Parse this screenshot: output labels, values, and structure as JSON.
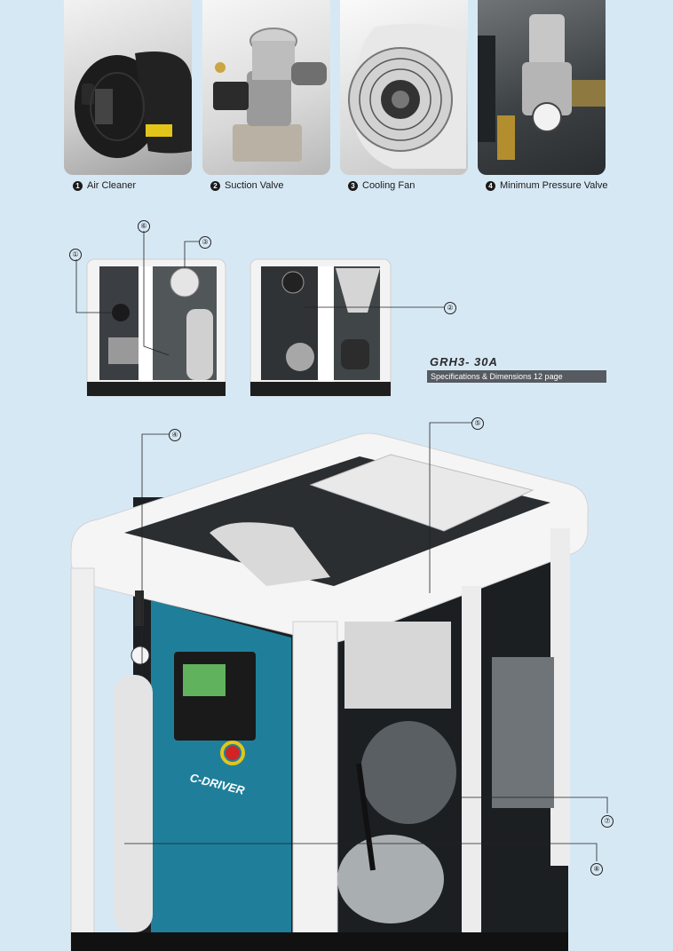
{
  "captions": [
    {
      "num": "1",
      "label": "Air Cleaner"
    },
    {
      "num": "2",
      "label": "Suction Valve"
    },
    {
      "num": "3",
      "label": "Cooling Fan"
    },
    {
      "num": "4",
      "label": "Minimum Pressure Valve"
    }
  ],
  "callouts": {
    "c1": "①",
    "c2": "②",
    "c3": "③",
    "c4": "④",
    "c5": "⑤",
    "c6": "⑥",
    "c7": "⑦",
    "c8": "⑧"
  },
  "model": {
    "name": "GRH3- 30A",
    "spec_link": "Specifications & Dimensions 12 page"
  },
  "machine": {
    "brand": "C-DRIVER"
  }
}
